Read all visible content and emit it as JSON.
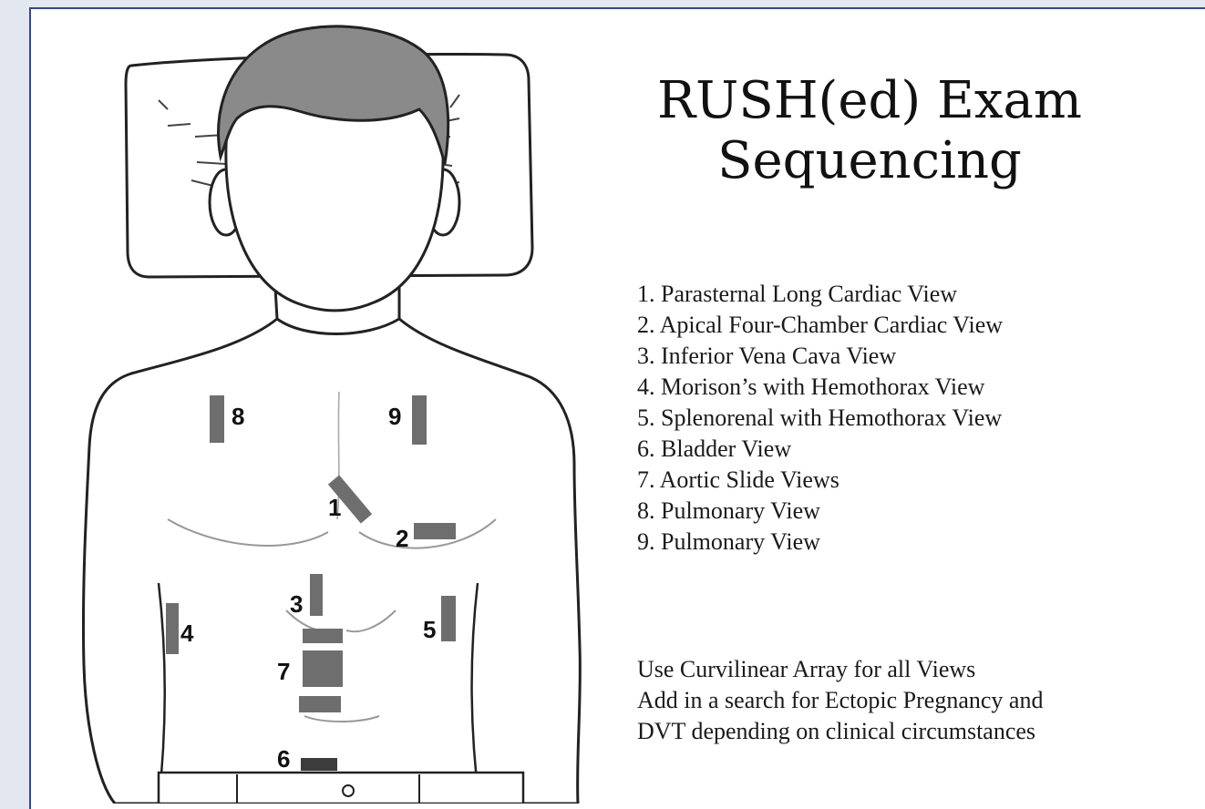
{
  "title_line1": "RUSH(ed) Exam",
  "title_line2": "Sequencing",
  "steps": [
    "1. Parasternal Long Cardiac View",
    "2. Apical Four-Chamber Cardiac View",
    "3. Inferior Vena Cava View",
    "4. Morison’s with Hemothorax View",
    "5. Splenorenal with Hemothorax View",
    "6. Bladder View",
    "7. Aortic Slide Views",
    "8. Pulmonary View",
    "9. Pulmonary View"
  ],
  "notes": [
    "Use Curvilinear Array for all Views",
    "Add in a search for Ectopic Pregnancy and",
    "DVT depending on clinical circumstances"
  ],
  "markers": {
    "m1": "1",
    "m2": "2",
    "m3": "3",
    "m4": "4",
    "m5": "5",
    "m6": "6",
    "m7": "7",
    "m8": "8",
    "m9": "9"
  },
  "colors": {
    "frame_border": "#32478a",
    "probe": "#6e6e6e",
    "hair": "#8a8a8a"
  }
}
